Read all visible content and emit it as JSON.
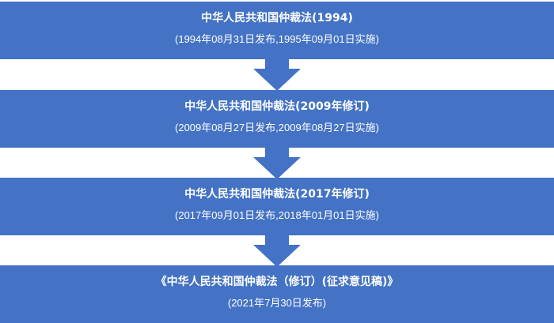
{
  "colors": {
    "box_fill": "#4472c4",
    "box_text": "#ffffff",
    "background": "#ffffff"
  },
  "steps": [
    {
      "title": "中华人民共和国仲裁法(1994)",
      "dates": "(1994年08月31日发布,1995年09月01日实施)"
    },
    {
      "title": "中华人民共和国仲裁法(2009年修订)",
      "dates": "(2009年08月27日发布,2009年08月27日实施)"
    },
    {
      "title": "中华人民共和国仲裁法(2017年修订)",
      "dates": "(2017年09月01日发布,2018年01月01日实施)"
    },
    {
      "title": "《中华人民共和国仲裁法（修订）(征求意见稿)》",
      "dates": "(2021年7月30日发布)"
    }
  ]
}
